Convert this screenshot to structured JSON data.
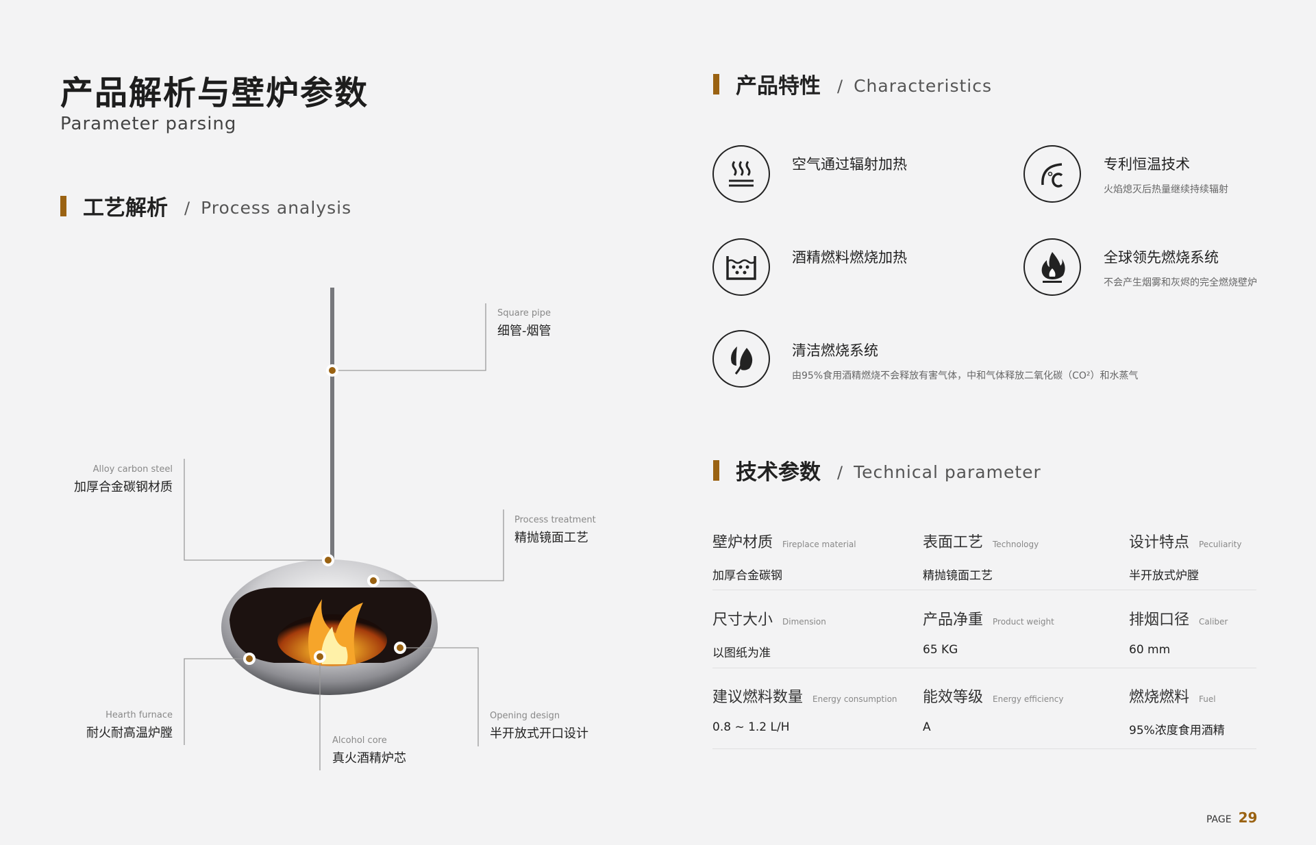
{
  "header": {
    "title": "产品解析与壁炉参数",
    "subtitle": "Parameter parsing"
  },
  "process": {
    "title_cn": "工艺解析",
    "slash": "/",
    "title_en": "Process analysis",
    "labels": [
      {
        "en": "Square pipe",
        "cn": "细管-烟管"
      },
      {
        "en": "Alloy carbon steel",
        "cn": "加厚合金碳钢材质"
      },
      {
        "en": "Process treatment",
        "cn": "精抛镜面工艺"
      },
      {
        "en": "Hearth furnace",
        "cn": "耐火耐高温炉膛"
      },
      {
        "en": "Alcohol core",
        "cn": "真火酒精炉芯"
      },
      {
        "en": "Opening design",
        "cn": "半开放式开口设计"
      }
    ]
  },
  "characteristics": {
    "title_cn": "产品特性",
    "slash": "/",
    "title_en": "Characteristics",
    "items": [
      {
        "icon": "heat-waves-icon",
        "title": "空气通过辐射加热",
        "desc": ""
      },
      {
        "icon": "thermometer-celsius-icon",
        "title": "专利恒温技术",
        "desc": "火焰熄灭后热量继续持续辐射"
      },
      {
        "icon": "fuel-tank-icon",
        "title": "酒精燃料燃烧加热",
        "desc": ""
      },
      {
        "icon": "flame-icon",
        "title": "全球领先燃烧系统",
        "desc": "不会产生烟雾和灰烬的完全燃烧壁炉"
      },
      {
        "icon": "leaf-icon",
        "title": "清洁燃烧系统",
        "desc": "由95%食用酒精燃烧不会释放有害气体，中和气体释放二氧化碳（CO²）和水蒸气"
      }
    ]
  },
  "technical": {
    "title_cn": "技术参数",
    "slash": "/",
    "title_en": "Technical parameter",
    "rows": [
      [
        {
          "cn": "壁炉材质",
          "en": "Fireplace material",
          "value": "加厚合金碳钢"
        },
        {
          "cn": "表面工艺",
          "en": "Technology",
          "value": "精抛镜面工艺"
        },
        {
          "cn": "设计特点",
          "en": "Peculiarity",
          "value": "半开放式炉膛"
        }
      ],
      [
        {
          "cn": "尺寸大小",
          "en": "Dimension",
          "value": "以图纸为准"
        },
        {
          "cn": "产品净重",
          "en": "Product weight",
          "value": "65 KG"
        },
        {
          "cn": "排烟口径",
          "en": "Caliber",
          "value": "60 mm"
        }
      ],
      [
        {
          "cn": "建议燃料数量",
          "en": "Energy consumption",
          "value": "0.8 ~ 1.2 L/H"
        },
        {
          "cn": "能效等级",
          "en": "Energy efficiency",
          "value": "A"
        },
        {
          "cn": "燃烧燃料",
          "en": "Fuel",
          "value": "95%浓度食用酒精"
        }
      ]
    ]
  },
  "footer": {
    "page_label": "PAGE",
    "page_number": "29"
  },
  "colors": {
    "accent": "#9a6212",
    "background": "#f3f3f4"
  }
}
